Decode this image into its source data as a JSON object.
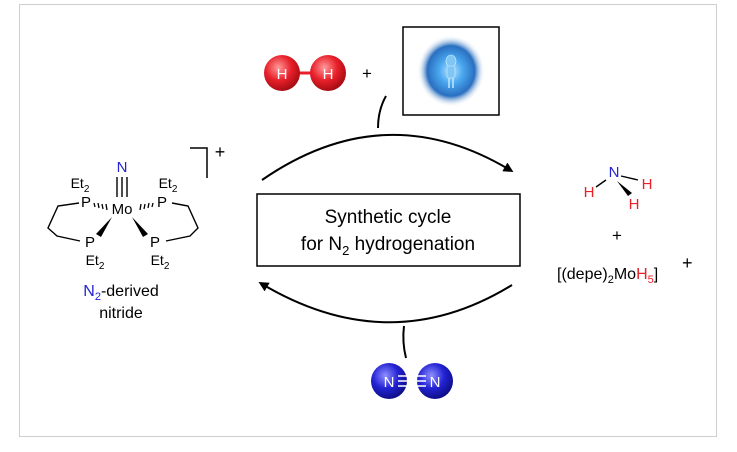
{
  "reagents": {
    "h2_atom_left": "H",
    "h2_atom_right": "H",
    "plus_top": "+",
    "n2_atom_left": "N",
    "n2_atom_right": "N"
  },
  "center_box": {
    "line1": "Synthetic cycle",
    "line2_prefix": "for N",
    "line2_sub": "2",
    "line2_suffix": " hydrogenation"
  },
  "complex": {
    "n_top": "N",
    "metal": "Mo",
    "p_tl": "P",
    "p_tr": "P",
    "p_bl": "P",
    "p_br": "P",
    "et": "Et",
    "sub2": "2",
    "charge": "+",
    "caption_n": "N",
    "caption_sub": "2",
    "caption_rest": "-derived",
    "caption_line2": "nitride"
  },
  "products": {
    "nh3_n": "N",
    "nh3_h": "H",
    "plus": "+",
    "hydride_prefix": "[(depe)",
    "hydride_sub": "2",
    "hydride_mo": "Mo",
    "hydride_h": "H",
    "hydride_h_sub": "5",
    "hydride_bracket": "]",
    "hydride_charge": "+"
  },
  "colors": {
    "hydrogen": "#e8202a",
    "nitrogen": "#2323d4",
    "light_blue": "#3a8fd6"
  }
}
